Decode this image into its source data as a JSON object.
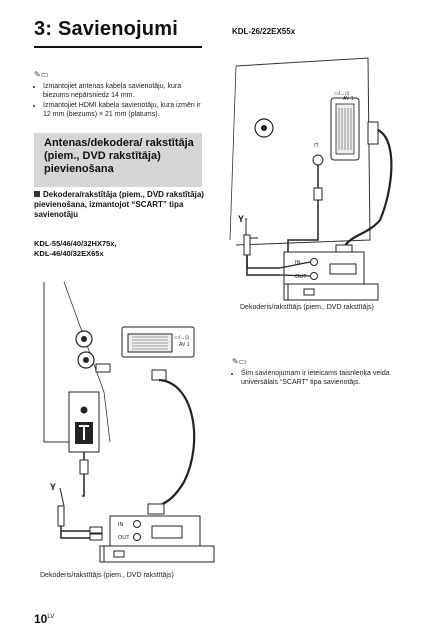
{
  "chapter": {
    "title": "3: Savienojumi"
  },
  "top_model": "KDL-26/22EX55x",
  "notes_left": [
    "Izmantojiet antenas kabeļa savienotāju, kura biezums nepārsniedz 14 mm.",
    "Izmantojiet HDMI kabeļa savienotāju, kura izmēri ir 12 mm (biezums) × 21 mm (platums)."
  ],
  "section": {
    "title": "Antenas/dekodera/ rakstītāja (piem., DVD rakstītāja) pievienošana"
  },
  "subsection": {
    "title": "Dekodera/rakstītāja (piem., DVD rakstītāja) pievienošana, izmantojot “SCART” tipa savienotāju"
  },
  "models_left": {
    "line1": "KDL-55/46/40/32HX75x,",
    "line2": "KDL-46/40/32EX65x"
  },
  "diagram_right": {
    "tv_label": "AV 1",
    "in_label": "IN",
    "out_label": "OUT",
    "caption": "Dekoderis/rakstītājs (piem., DVD rakstītājs)"
  },
  "diagram_left": {
    "tv_label": "AV 1",
    "in_label": "IN",
    "out_label": "OUT",
    "caption": "Dekoderis/rakstītājs (piem., DVD rakstītājs)"
  },
  "notes_right": [
    "Šim savienojumam ir ieteicams taisnleņķa veida universālais “SCART” tipa savienotājs."
  ],
  "page": {
    "number": "10",
    "lang": "LV"
  }
}
